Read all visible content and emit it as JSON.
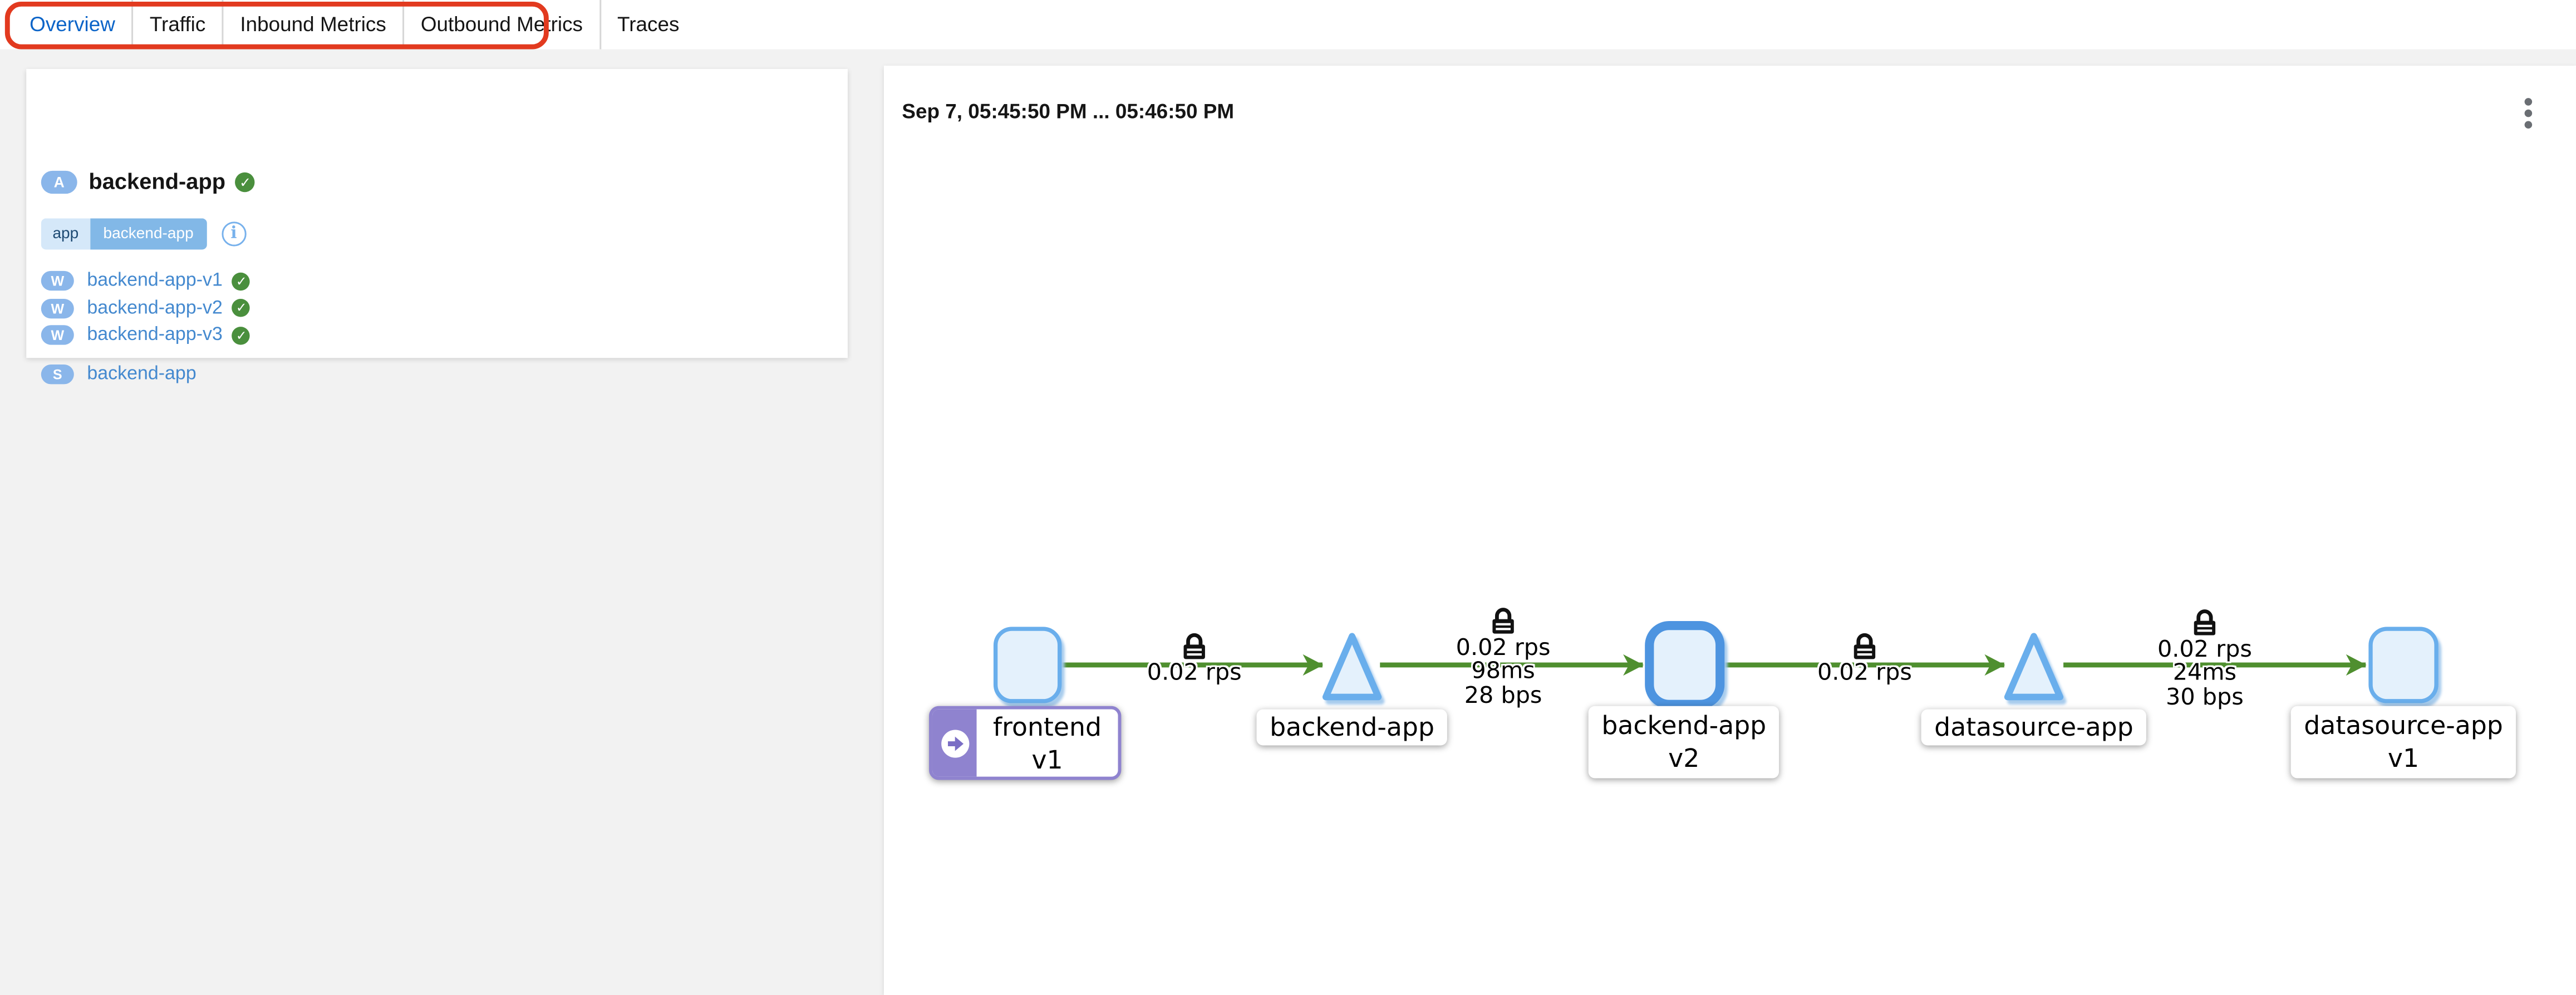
{
  "tabs": {
    "items": [
      {
        "label": "Overview",
        "active": true
      },
      {
        "label": "Traffic",
        "active": false
      },
      {
        "label": "Inbound Metrics",
        "active": false
      },
      {
        "label": "Outbound Metrics",
        "active": false
      },
      {
        "label": "Traces",
        "active": false
      }
    ]
  },
  "app_panel": {
    "badge": "A",
    "title": "backend-app",
    "label_chip": {
      "key": "app",
      "value": "backend-app"
    },
    "workloads": [
      {
        "badge": "W",
        "name": "backend-app-v1",
        "healthy": true
      },
      {
        "badge": "W",
        "name": "backend-app-v2",
        "healthy": true
      },
      {
        "badge": "W",
        "name": "backend-app-v3",
        "healthy": true
      }
    ],
    "services": [
      {
        "badge": "S",
        "name": "backend-app"
      }
    ]
  },
  "graph_panel": {
    "time_range": "Sep 7, 05:45:50 PM ... 05:46:50 PM"
  },
  "graph": {
    "nodes": [
      {
        "id": "frontend-v1",
        "type": "workload",
        "lines": [
          "frontend",
          "v1"
        ],
        "traffic_source": true
      },
      {
        "id": "backend-app",
        "type": "app",
        "lines": [
          "backend-app"
        ]
      },
      {
        "id": "backend-app-v2",
        "type": "workload",
        "lines": [
          "backend-app",
          "v2"
        ],
        "selected": true
      },
      {
        "id": "datasource-app",
        "type": "app",
        "lines": [
          "datasource-app"
        ]
      },
      {
        "id": "datasource-app-v1",
        "type": "workload",
        "lines": [
          "datasource-app",
          "v1"
        ]
      }
    ],
    "edges": [
      {
        "from": "frontend-v1",
        "to": "backend-app",
        "secure": true,
        "labels": [
          "0.02 rps"
        ]
      },
      {
        "from": "backend-app",
        "to": "backend-app-v2",
        "secure": true,
        "labels": [
          "0.02 rps",
          "98ms",
          "28 bps"
        ]
      },
      {
        "from": "backend-app-v2",
        "to": "datasource-app",
        "secure": true,
        "labels": [
          "0.02 rps"
        ]
      },
      {
        "from": "datasource-app",
        "to": "datasource-app-v1",
        "secure": true,
        "labels": [
          "0.02 rps",
          "24ms",
          "30 bps"
        ]
      }
    ]
  },
  "icons": {
    "check": "✓",
    "info": "i"
  },
  "colors": {
    "edge_green": "#4f8f2f",
    "node_border_blue": "#69aeec",
    "node_selected_blue": "#4e94e0",
    "node_fill": "#e4f1fc",
    "root_purple": "#8f83cf",
    "annotation_red": "#e23a1f",
    "link_blue": "#4489cf",
    "badge_blue": "#8ab6ea",
    "active_tab_blue": "#0b64c8",
    "health_green": "#4a8f3d"
  }
}
